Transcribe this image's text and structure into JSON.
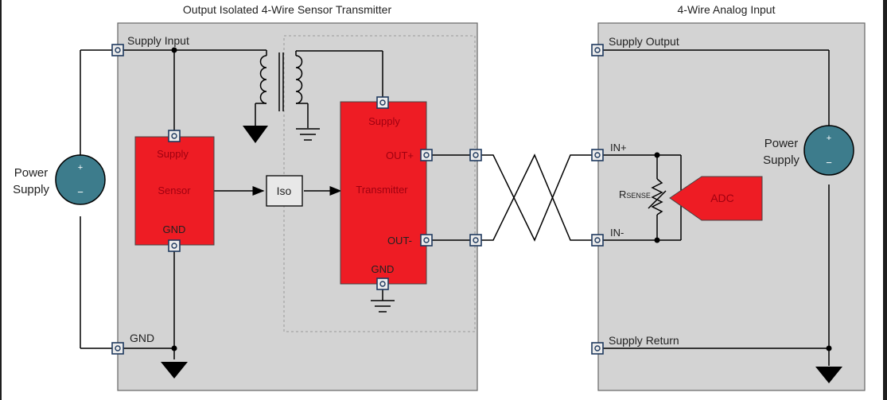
{
  "titles": {
    "left_box": "Output Isolated 4-Wire Sensor Transmitter",
    "right_box": "4-Wire Analog Input"
  },
  "left_supply": {
    "label_line1": "Power",
    "label_line2": "Supply",
    "plus": "+",
    "minus": "−"
  },
  "right_supply": {
    "label_line1": "Power",
    "label_line2": "Supply",
    "plus": "+",
    "minus": "−"
  },
  "terminals": {
    "supply_input": "Supply Input",
    "gnd_left": "GND",
    "supply_output": "Supply Output",
    "supply_return": "Supply Return",
    "in_plus": "IN+",
    "in_minus": "IN-"
  },
  "sensor": {
    "supply": "Supply",
    "name": "Sensor",
    "gnd": "GND"
  },
  "transmitter": {
    "supply": "Supply",
    "out_plus": "OUT+",
    "name": "Transmitter",
    "out_minus": "OUT-",
    "gnd": "GND"
  },
  "iso_label": "Iso",
  "rsense": {
    "main": "R",
    "sub": "SENSE"
  },
  "adc_label": "ADC",
  "colors": {
    "box_fill": "#d3d3d3",
    "block_red": "#ee1c24",
    "supply_circle": "#3d7c8c",
    "background": "#ffffff",
    "frame": "#1e1e1e"
  }
}
